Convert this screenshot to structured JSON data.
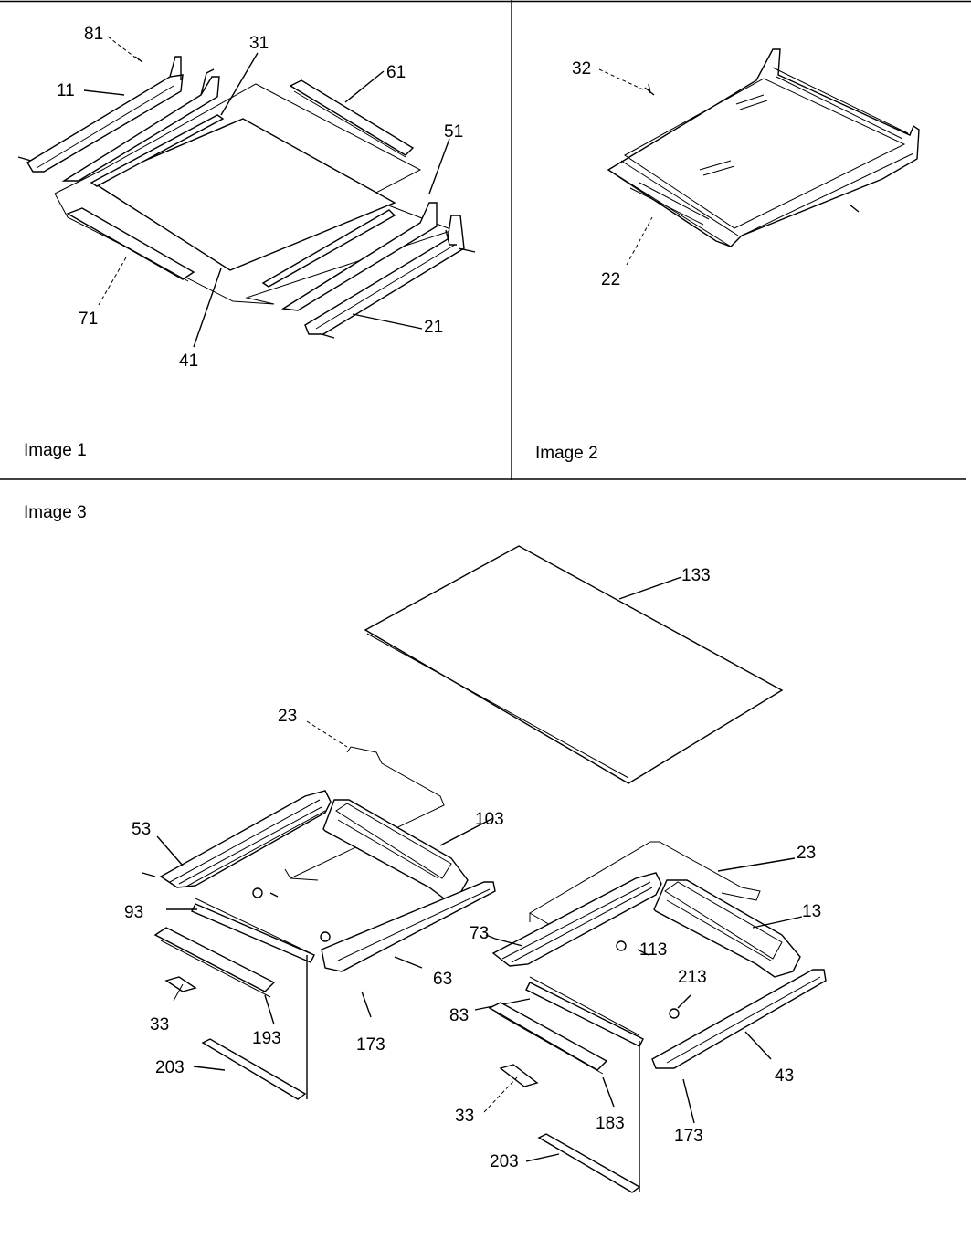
{
  "panels": [
    {
      "title": "Image 1",
      "callouts": [
        "81",
        "11",
        "31",
        "61",
        "51",
        "71",
        "41",
        "21"
      ]
    },
    {
      "title": "Image 2",
      "callouts": [
        "32",
        "22"
      ]
    },
    {
      "title": "Image 3",
      "callouts": [
        "133",
        "23",
        "103",
        "53",
        "93",
        "63",
        "33",
        "193",
        "173",
        "203",
        "23",
        "13",
        "73",
        "113",
        "213",
        "83",
        "43",
        "33",
        "183",
        "173",
        "203"
      ]
    }
  ],
  "callouts": {
    "c81": "81",
    "c11": "11",
    "c31": "31",
    "c61": "61",
    "c51": "51",
    "c71": "71",
    "c41": "41",
    "c21": "21",
    "c32": "32",
    "c22": "22",
    "c133": "133",
    "c23a": "23",
    "c103": "103",
    "c53": "53",
    "c93": "93",
    "c63": "63",
    "c33a": "33",
    "c193": "193",
    "c173a": "173",
    "c203a": "203",
    "c23b": "23",
    "c13": "13",
    "c73": "73",
    "c113": "113",
    "c213": "213",
    "c83": "83",
    "c43": "43",
    "c33b": "33",
    "c183": "183",
    "c173b": "173",
    "c203b": "203"
  }
}
